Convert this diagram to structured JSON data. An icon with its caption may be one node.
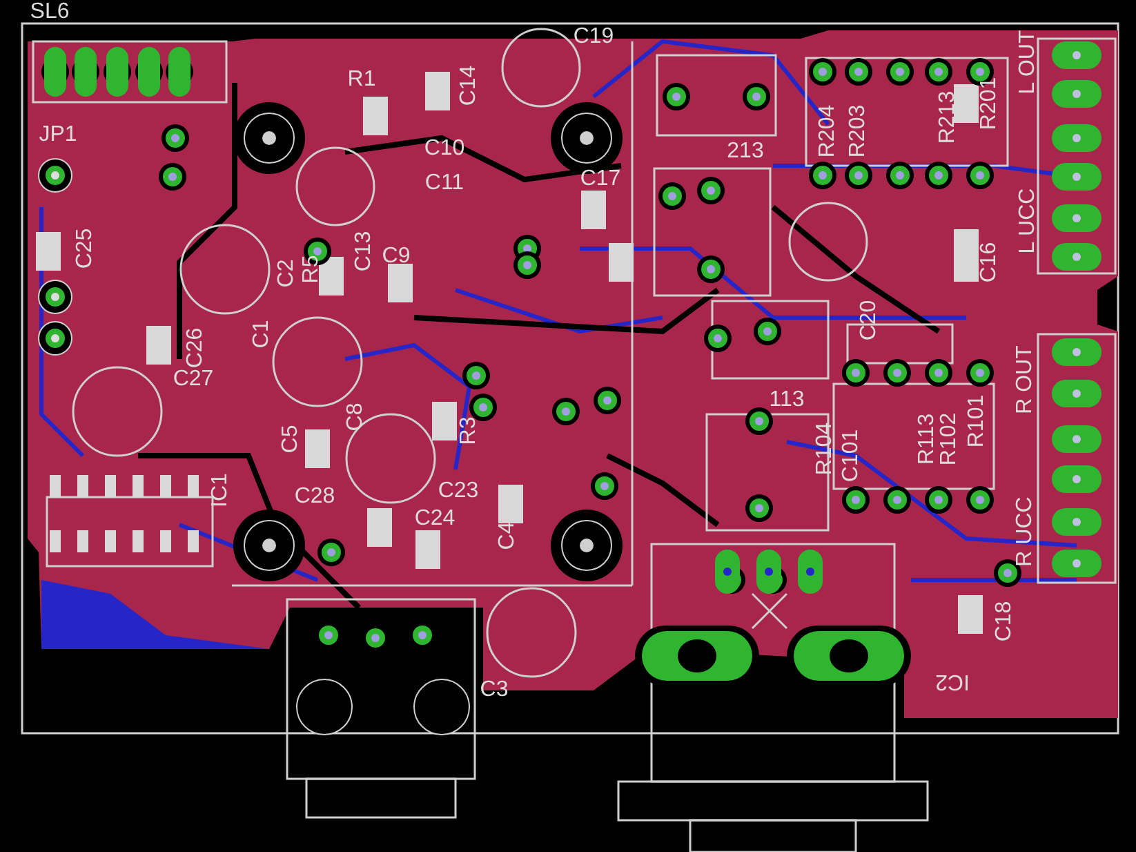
{
  "diagram": {
    "labels": [
      "SL6",
      "C19",
      "L OUT",
      "R1",
      "C14",
      "R213",
      "R201",
      "JP1",
      "R204",
      "R203",
      "C10",
      "213",
      "C11",
      "C17",
      "L UCC",
      "C25",
      "C2",
      "R5",
      "C13",
      "C9",
      "C16",
      "C20",
      "C1",
      "C26",
      "C27",
      "R OUT",
      "113",
      "C8",
      "R3",
      "R101",
      "C5",
      "R104",
      "C101",
      "R113",
      "R102",
      "IC1",
      "C28",
      "C23",
      "C24",
      "C4",
      "R UCC",
      "C18",
      "C3",
      "IC2"
    ]
  }
}
